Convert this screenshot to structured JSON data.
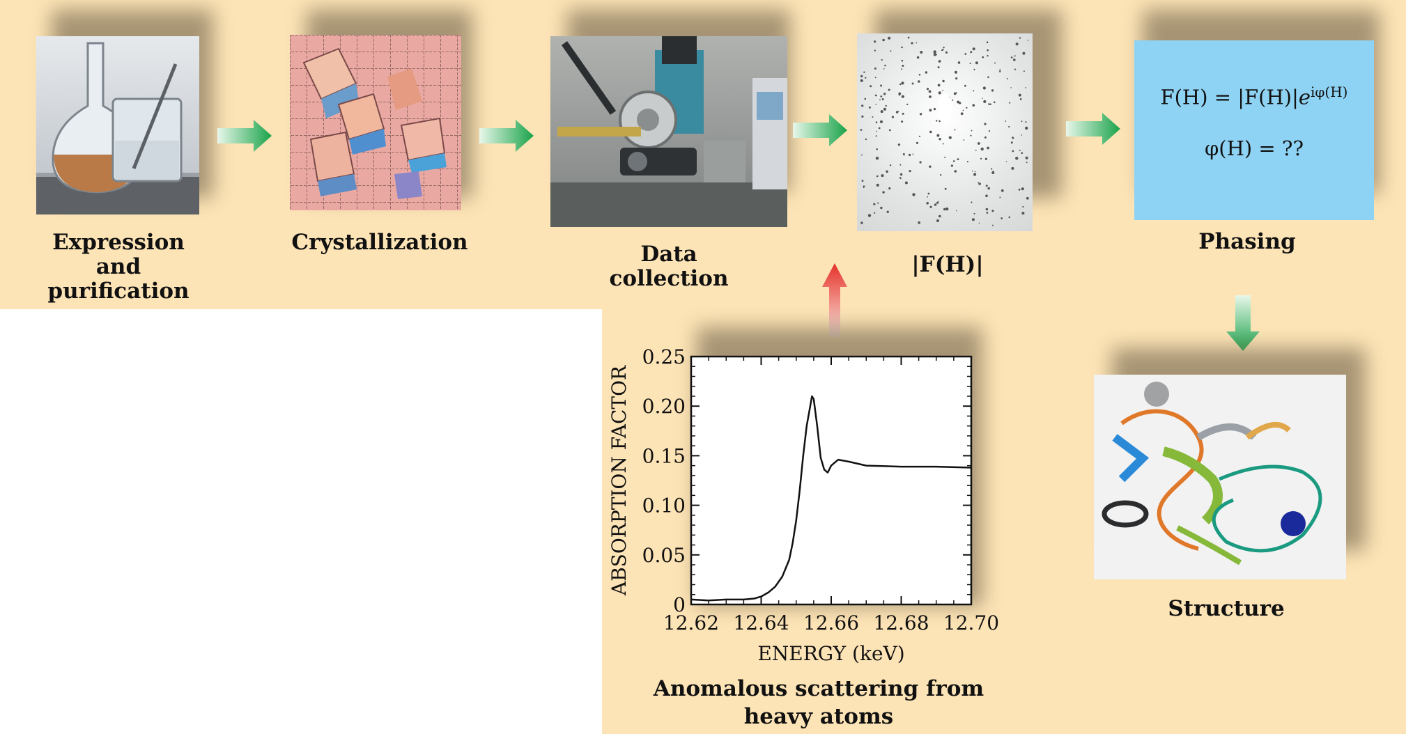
{
  "stages": [
    {
      "label_lines": [
        "Expression",
        "and",
        "purification"
      ]
    },
    {
      "label_lines": [
        "Crystallization"
      ]
    },
    {
      "label_lines": [
        "Data",
        "collection"
      ]
    },
    {
      "label": "|F(H)|"
    },
    {
      "label": "Phasing"
    },
    {
      "label": "Structure"
    }
  ],
  "phasing": {
    "eq1_lhs": "F(H) = |F(H)|",
    "eq1_exp": "iφ(H)",
    "eq2": "φ(H) = ??"
  },
  "colors": {
    "background": "#fde4b6",
    "arrow_green": "#1aa34a",
    "arrow_red": "#e4322a",
    "phasing_box": "#8fd3f4"
  },
  "chart_caption_lines": [
    "Anomalous scattering from",
    "heavy atoms"
  ],
  "chart_data": {
    "type": "line",
    "xlabel": "ENERGY (keV)",
    "ylabel": "ABSORPTION FACTOR",
    "xlim": [
      12.62,
      12.7
    ],
    "ylim": [
      0,
      0.25
    ],
    "x_ticks": [
      "12.62",
      "12.64",
      "12.66",
      "12.68",
      "12.70"
    ],
    "y_ticks": [
      "0",
      "0.05",
      "0.10",
      "0.15",
      "0.20",
      "0.25"
    ],
    "grid": false,
    "series": [
      {
        "x": [
          12.62,
          12.625,
          12.63,
          12.635,
          12.638,
          12.64,
          12.642,
          12.644,
          12.646,
          12.648,
          12.649,
          12.65,
          12.651,
          12.652,
          12.653,
          12.654,
          12.6545,
          12.655,
          12.656,
          12.657,
          12.658,
          12.659,
          12.66,
          12.662,
          12.665,
          12.67,
          12.68,
          12.69,
          12.7
        ],
        "y": [
          0.005,
          0.004,
          0.005,
          0.005,
          0.006,
          0.008,
          0.012,
          0.018,
          0.028,
          0.045,
          0.062,
          0.085,
          0.115,
          0.15,
          0.18,
          0.2,
          0.21,
          0.207,
          0.18,
          0.148,
          0.136,
          0.133,
          0.14,
          0.146,
          0.144,
          0.14,
          0.139,
          0.139,
          0.138
        ]
      }
    ]
  }
}
